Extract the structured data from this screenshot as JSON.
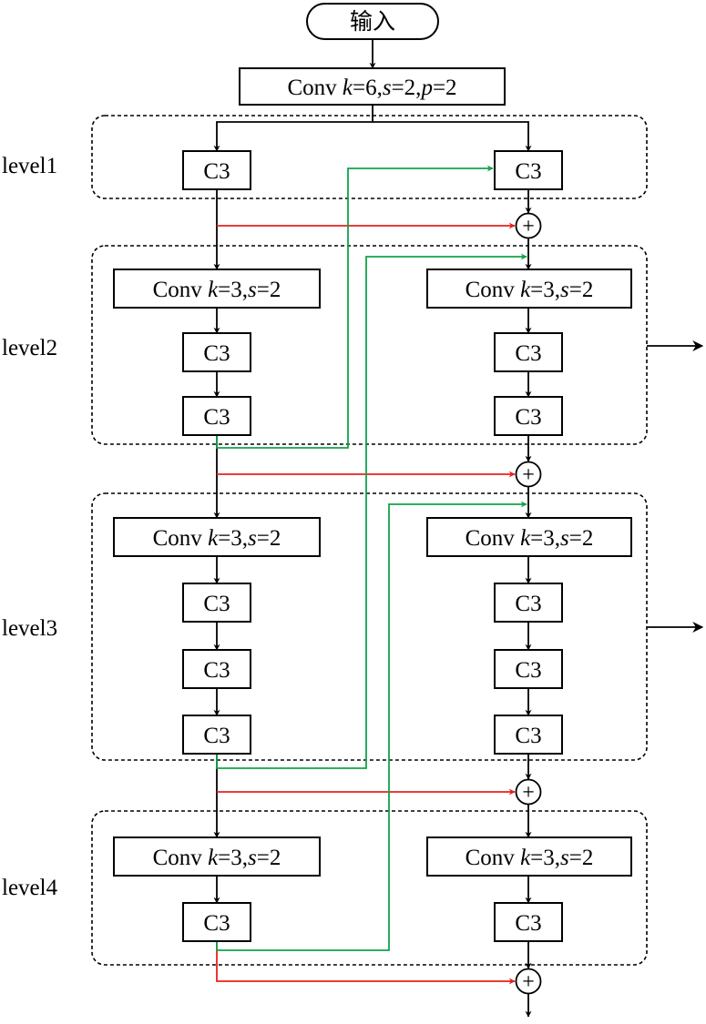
{
  "input_label": "输入",
  "stem_conv": {
    "prefix": "Conv ",
    "k": "k",
    "k_val": "=6,",
    "s": "s",
    "s_val": "=2,",
    "p": "p",
    "p_val": "=2"
  },
  "levels": [
    "level1",
    "level2",
    "level3",
    "level4"
  ],
  "conv_block": {
    "prefix": "Conv ",
    "k": "k",
    "k_val": "=3,",
    "s": "s",
    "s_val": "=2"
  },
  "c3_label": "C3",
  "plus_symbol": "+",
  "colors": {
    "skip": "#e8211d",
    "cross": "#13a24a",
    "main": "#000000"
  }
}
